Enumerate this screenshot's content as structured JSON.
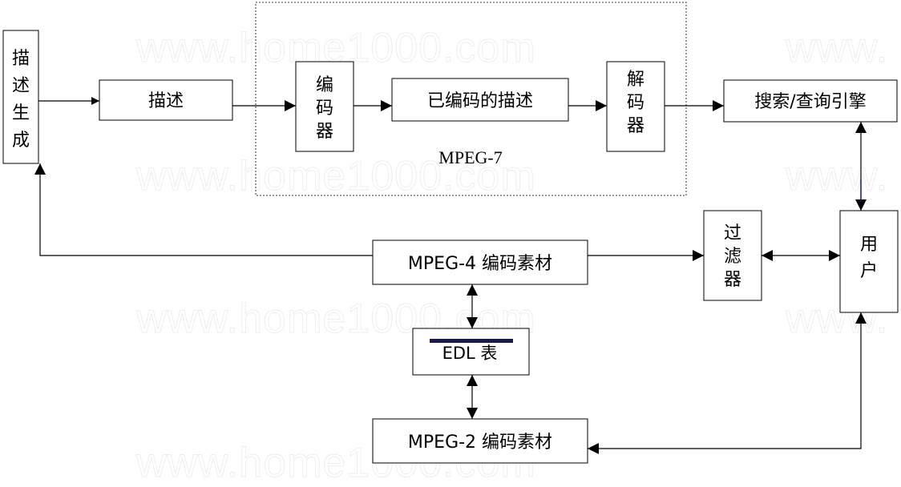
{
  "watermark": "www.home1000.com",
  "watermark_partial": "www.",
  "nodes": {
    "describe_gen": [
      "描",
      "述",
      "生",
      "成"
    ],
    "describe": "描述",
    "encoder": [
      "编",
      "码",
      "器"
    ],
    "encoded_desc": "已编码的描述",
    "decoder": [
      "解",
      "码",
      "器"
    ],
    "search_engine": "搜索/查询引擎",
    "mpeg7": "MPEG-7",
    "filter": [
      "过",
      "滤",
      "器"
    ],
    "user": [
      "用",
      "户"
    ],
    "mpeg4": "MPEG-4 编码素材",
    "edl": "EDL 表",
    "mpeg2": "MPEG-2 编码素材"
  },
  "colors": {
    "line": "#000000",
    "dotted": "#333333",
    "edl_bar": "#1a1a4a"
  }
}
